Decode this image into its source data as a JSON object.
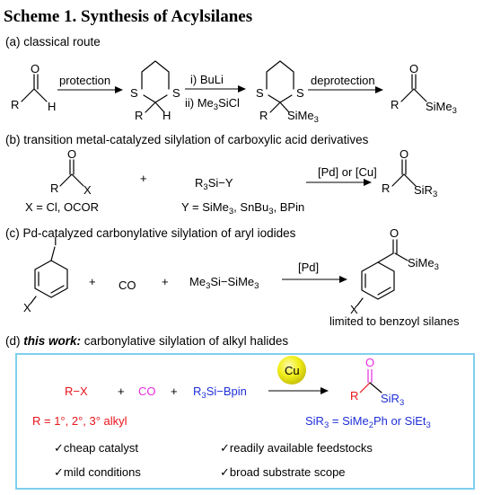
{
  "title": "Scheme 1. Synthesis of Acylsilanes",
  "sections": {
    "a": {
      "label": "(a) classical route",
      "step1": "protection",
      "step2_line1": "i) BuLi",
      "step2_line2_pre": "ii) Me",
      "step2_line2_sub": "3",
      "step2_line2_post": "SiCl",
      "step3": "deprotection"
    },
    "b": {
      "label": "(b) transition metal-catalyzed silylation of carboxylic acid derivatives",
      "x_def": "X = Cl, OCOR",
      "reagent": "R3Si−Y",
      "y_def": "Y = SiMe3, SnBu3, BPin",
      "conditions": "[Pd] or [Cu]",
      "plus": "+"
    },
    "c": {
      "label": "(c) Pd-catalyzed carbonylative silylation of aryl iodides",
      "co": "CO",
      "reagent": "Me3Si−SiMe3",
      "conditions": "[Pd]",
      "note": "limited to benzoyl silanes",
      "plus": "+"
    },
    "d": {
      "label_bold": "this work:",
      "label_prefix": "(d) ",
      "label_rest": " carbonylative silylation of alkyl halides",
      "rx": "R−X",
      "co": "CO",
      "reagent": "R3Si−Bpin",
      "catalyst": "Cu",
      "r_def": "R = 1°, 2°, 3° alkyl",
      "sir3_def": "SiR3 = SiMe2Ph or SiEt3",
      "benefits": [
        "✓cheap catalyst",
        "✓readily available feedstocks",
        "✓mild conditions",
        "✓broad substrate scope"
      ],
      "plus": "+"
    }
  },
  "colors": {
    "red": "#e8141b",
    "magenta": "#e62be0",
    "blue": "#1f2fd8",
    "box_border": "#7fd0ee",
    "cu_ball": "#f2ee1a"
  }
}
